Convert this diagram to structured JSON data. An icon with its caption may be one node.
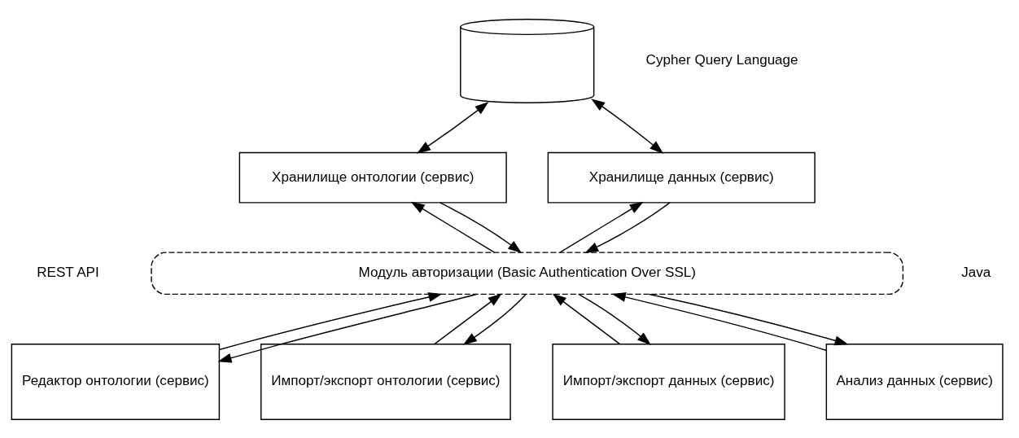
{
  "diagram": {
    "nodes": [
      {
        "text": [],
        "shape": "cylinder"
      },
      {
        "text": [
          "Хранилище онтологии (сервис)"
        ]
      },
      {
        "text": [
          "Хранилище данных (сервис)"
        ]
      },
      {
        "text": [
          "Модуль авторизации (Basic Authentication Over SSL)"
        ]
      },
      {
        "text": [
          "Редактор онтологии (сервис)"
        ]
      },
      {
        "text": [
          "Импорт/экспорт онтологии (сервис)"
        ]
      },
      {
        "text": [
          "Импорт/экспорт данных (сервис)"
        ]
      },
      {
        "text": [
          "Анализ данных (сервис)"
        ]
      }
    ],
    "edges": [
      {
        "from": 1,
        "to": 0,
        "arrow": "both"
      },
      {
        "from": 2,
        "to": 0,
        "arrow": "both"
      },
      {
        "from": 3,
        "to": 1,
        "arrow": "to"
      },
      {
        "from": 1,
        "to": 3,
        "arrow": "to"
      },
      {
        "from": 3,
        "to": 2,
        "arrow": "to"
      },
      {
        "from": 2,
        "to": 3,
        "arrow": "to"
      },
      {
        "from": 4,
        "to": 3,
        "arrow": "to"
      },
      {
        "from": 3,
        "to": 4,
        "arrow": "to"
      },
      {
        "from": 5,
        "to": 3,
        "arrow": "to"
      },
      {
        "from": 3,
        "to": 5,
        "arrow": "to"
      },
      {
        "from": 6,
        "to": 3,
        "arrow": "to"
      },
      {
        "from": 3,
        "to": 6,
        "arrow": "to"
      },
      {
        "from": 7,
        "to": 3,
        "arrow": "to"
      },
      {
        "from": 3,
        "to": 7,
        "arrow": "to"
      }
    ],
    "labels": [
      "Cypher Query Language",
      "REST API",
      "Java"
    ]
  }
}
